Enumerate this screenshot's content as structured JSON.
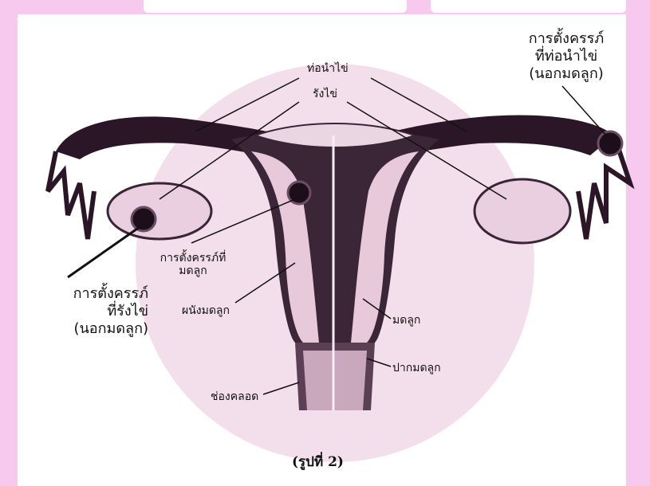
{
  "figure": {
    "caption": "(รูปที่ 2)",
    "labels": {
      "fallopian_tube": "ท่อนำไข่",
      "ovary": "รังไข่",
      "tubal_pregnancy_line1": "การตั้งครรภ์",
      "tubal_pregnancy_line2": "ที่ท่อนำไข่",
      "tubal_pregnancy_line3": "(นอกมดลูก)",
      "uterine_pregnancy_line1": "การตั้งครรภ์ที่",
      "uterine_pregnancy_line2": "มดลูก",
      "ovarian_pregnancy_line1": "การตั้งครรภ์",
      "ovarian_pregnancy_line2": "ที่รังไข่",
      "ovarian_pregnancy_line3": "(นอกมดลูก)",
      "uterine_wall": "ผนังมดลูก",
      "uterus": "มดลูก",
      "cervix": "ปากมดลูก",
      "vagina": "ช่องคลอด"
    }
  }
}
